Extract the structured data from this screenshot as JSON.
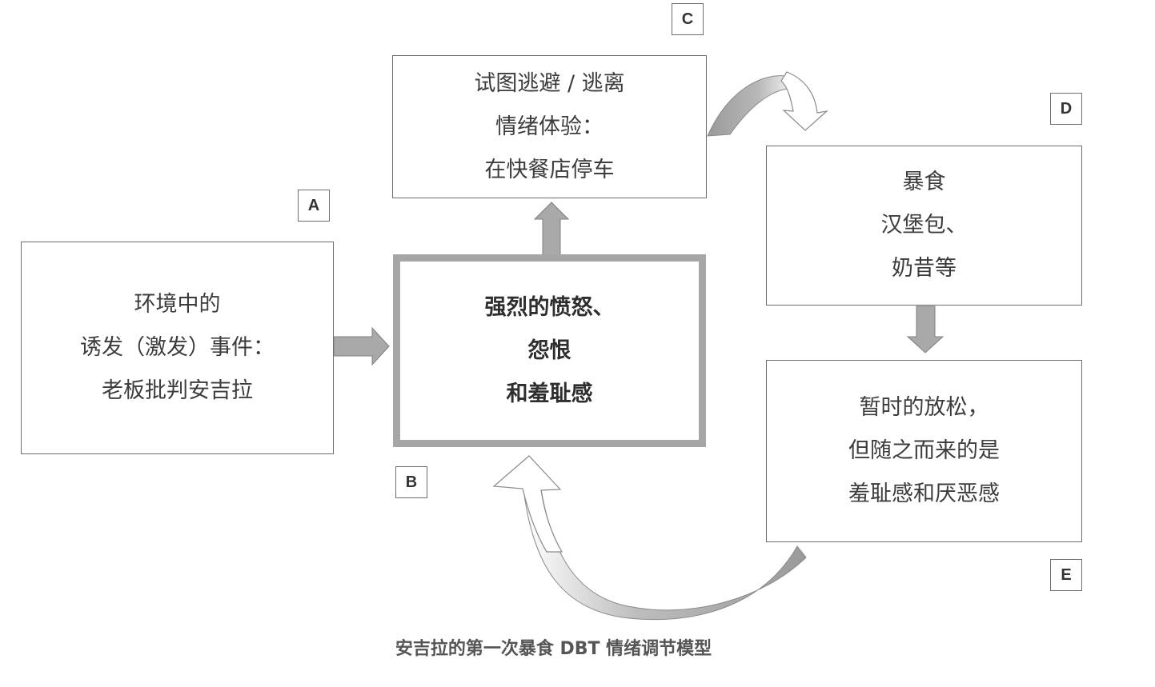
{
  "boxes": {
    "a": {
      "tag": "A",
      "lines": [
        "环境中的",
        "诱发（激发）事件：",
        "老板批判安吉拉"
      ]
    },
    "b": {
      "tag": "B",
      "lines": [
        "强烈的愤怒、",
        "怨恨",
        "和羞耻感"
      ]
    },
    "c": {
      "tag": "C",
      "lines": [
        "试图逃避 / 逃离",
        "情绪体验：",
        "在快餐店停车"
      ]
    },
    "d": {
      "tag": "D",
      "lines": [
        "暴食",
        "汉堡包、",
        "奶昔等"
      ]
    },
    "e": {
      "tag": "E",
      "lines": [
        "暂时的放松，",
        "但随之而来的是",
        "羞耻感和厌恶感"
      ]
    }
  },
  "caption": "安吉拉的第一次暴食 DBT 情绪调节模型",
  "colors": {
    "arrow_fill": "#a9a9a9",
    "arrow_stroke": "#7a7a7a",
    "box_border": "#6e6e6e",
    "emphasis_border": "#a6a6a6"
  }
}
